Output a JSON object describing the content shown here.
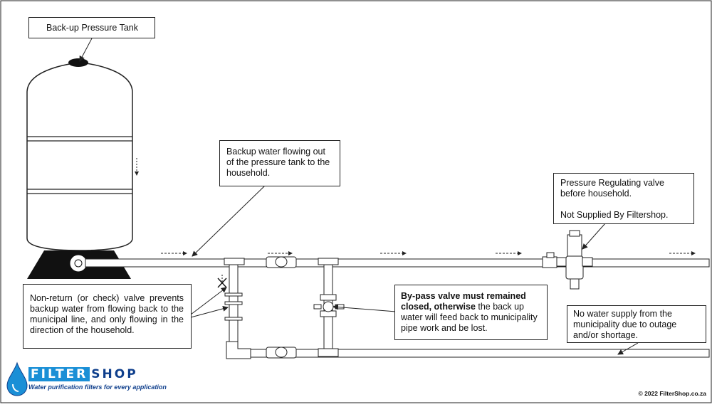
{
  "labels": {
    "tank": "Back-up Pressure Tank",
    "backup_flow": "Backup water flowing out of the pressure tank to the household.",
    "regulator_line1": "Pressure Regulating valve before household.",
    "regulator_line2": "Not Supplied By Filtershop.",
    "check_valve": "Non-return  (or check) valve  prevents backup water from flowing back to the municipal line, and only flowing in the direction of the household.",
    "bypass_bold": "By-pass valve must remained closed, otherwise",
    "bypass_rest": " the back up water will feed back to municipality pipe work and be lost.",
    "no_supply": "No water supply  from the municipality due to outage and/or shortage."
  },
  "brand": {
    "name_part1": "FILTER",
    "name_part2": "SHOP",
    "tagline": "Water purification filters for every application",
    "copyright": "© 2022 FilterShop.co.za"
  },
  "colors": {
    "pipe_fill": "#ffffff",
    "outline": "#222222",
    "base": "#111111",
    "brand_light": "#1a8fd6",
    "brand_dark": "#0f3f8c"
  },
  "icons": [
    "water-drop-icon",
    "flow-arrow-icon",
    "check-valve-icon",
    "bypass-valve-icon",
    "pressure-regulator-icon"
  ]
}
